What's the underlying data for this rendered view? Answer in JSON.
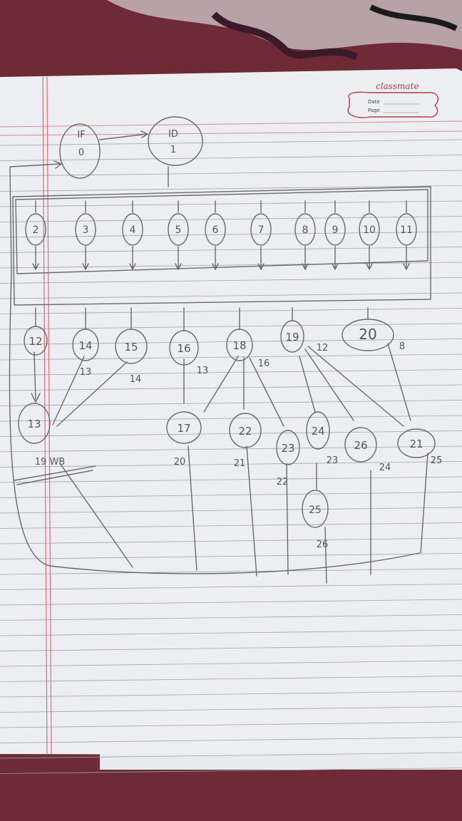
{
  "notebook": {
    "brand": "classmate",
    "date_label": "Date",
    "page_label": "Page"
  },
  "diagram": {
    "stage_if": {
      "title": "IF",
      "num": "0"
    },
    "stage_id": {
      "title": "ID",
      "num": "1"
    },
    "top_row": [
      "2",
      "3",
      "4",
      "5",
      "6",
      "7",
      "8",
      "9",
      "10",
      "11"
    ],
    "mid_row": [
      {
        "label": "12",
        "note": ""
      },
      {
        "label": "14",
        "note": "13"
      },
      {
        "label": "15",
        "note": "14"
      },
      {
        "label": "16",
        "note": "13"
      },
      {
        "label": "18",
        "note": "16"
      },
      {
        "label": "19",
        "note": "12"
      },
      {
        "label": "20",
        "note": "8"
      }
    ],
    "bottom_row": [
      {
        "label": "13",
        "note": "19 WB"
      },
      {
        "label": "17",
        "note": "20"
      },
      {
        "label": "22",
        "note": "21"
      },
      {
        "label": "23",
        "note": "22"
      },
      {
        "label": "24",
        "note": "23"
      },
      {
        "label": "26",
        "note": "24"
      },
      {
        "label": "21",
        "note": "25"
      }
    ],
    "extra_node": {
      "label": "25",
      "note": "26"
    }
  }
}
